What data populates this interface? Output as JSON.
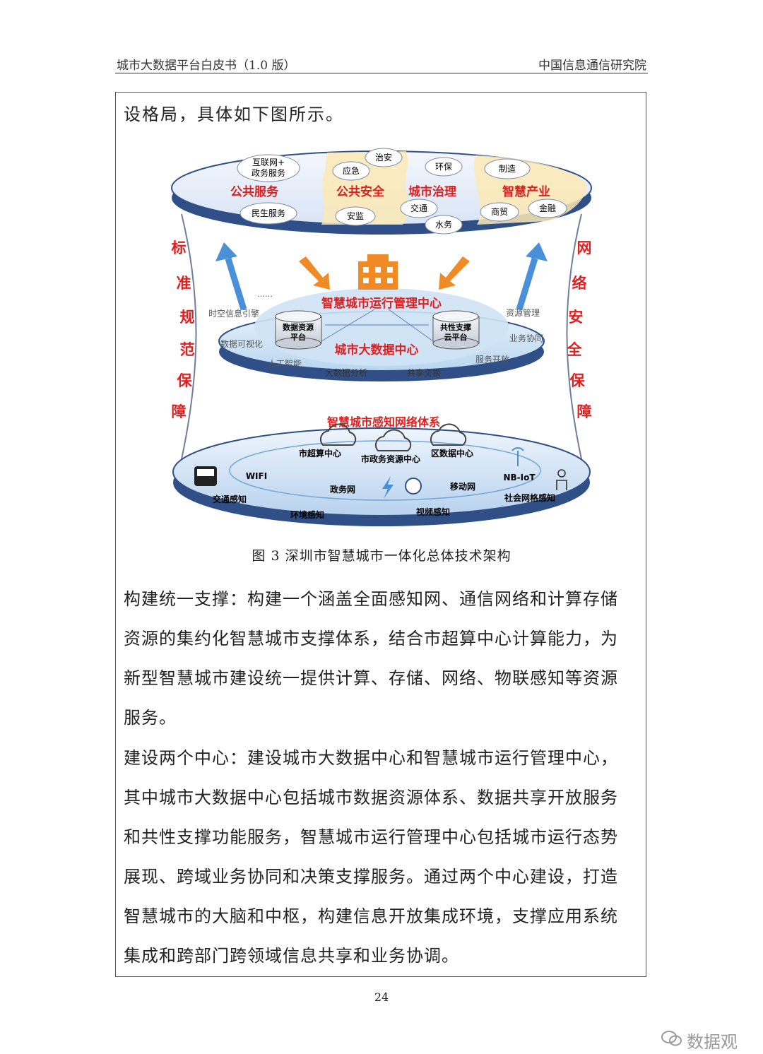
{
  "header": {
    "left": "城市大数据平台白皮书（1.0 版）",
    "right": "中国信息通信研究院"
  },
  "lead_text": "设格局，具体如下图所示。",
  "diagram": {
    "top_layer": {
      "sections": [
        "公共服务",
        "公共安全",
        "城市治理",
        "智慧产业"
      ],
      "public_service_items": [
        "互联网+",
        "政务服务",
        "民生服务"
      ],
      "public_safety_items": [
        "治安",
        "应急",
        "安监"
      ],
      "governance_items": [
        "环保",
        "交通",
        "水务"
      ],
      "industry_items": [
        "制造",
        "商贸",
        "金融"
      ]
    },
    "middle_layer": {
      "ops_center": "智慧城市运行管理中心",
      "data_center": "城市大数据中心",
      "ellipsis": "……",
      "data_resource": [
        "数据资源",
        "平台"
      ],
      "shared_support": [
        "共性支撑",
        "云平台"
      ],
      "left_items": [
        "时空信息引擎",
        "数据可视化",
        "人工智能"
      ],
      "right_items": [
        "资源管理",
        "业务协同",
        "服务开放"
      ],
      "bottom_items": [
        "大数据分析",
        "共享交换"
      ]
    },
    "bottom_layer": {
      "title": "智慧城市感知网络体系",
      "clouds": [
        "市超算中心",
        "市政务资源中心",
        "区数据中心"
      ],
      "network": [
        "WIFI",
        "政务网",
        "移动网",
        "NB-IoT"
      ],
      "sensing": [
        "交通感知",
        "环境感知",
        "视频感知",
        "社会网格感知"
      ]
    },
    "left_side": [
      "标",
      "准",
      "规",
      "范",
      "保",
      "障"
    ],
    "right_side": [
      "网",
      "络",
      "安",
      "全",
      "保",
      "障"
    ]
  },
  "caption": "图  3 深圳市智慧城市一体化总体技术架构",
  "paragraphs": [
    "构建统一支撑：构建一个涵盖全面感知网、通信网络和计算存储资源的集约化智慧城市支撑体系，结合市超算中心计算能力，为新型智慧城市建设统一提供计算、存储、网络、物联感知等资源服务。",
    "建设两个中心：建设城市大数据中心和智慧城市运行管理中心，其中城市大数据中心包括城市数据资源体系、数据共享开放服务和共性支撑功能服务，智慧城市运行管理中心包括城市运行态势展现、跨域业务协同和决策支撑服务。通过两个中心建设，打造智慧城市的大脑和中枢，构建信息开放集成环境，支撑应用系统集成和跨部门跨领域信息共享和业务协调。"
  ],
  "page_number": "24",
  "watermark": "数据观",
  "colors": {
    "accent_red": "#e02020",
    "disk_blue": "#2f4f86",
    "arrow_blue": "#4a90d9",
    "arrow_orange": "#f08a24"
  }
}
